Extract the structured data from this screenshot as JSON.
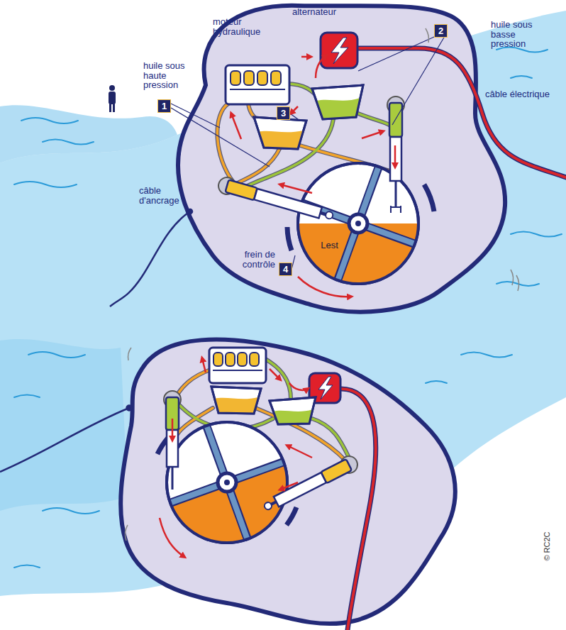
{
  "diagram": {
    "nodes": [
      {
        "text": [
          "1"
        ]
      },
      {
        "text": [
          "2"
        ]
      },
      {
        "text": [
          "3"
        ]
      },
      {
        "text": [
          "4"
        ]
      },
      {
        "text": [
          "Lest"
        ]
      }
    ],
    "labels": [
      "moteur hydraulique",
      "alternateur",
      "huile sous haute pression",
      "huile sous basse pression",
      "câble électrique",
      "câble d'ancrage",
      "frein de contrôle",
      "© RC2C"
    ]
  }
}
